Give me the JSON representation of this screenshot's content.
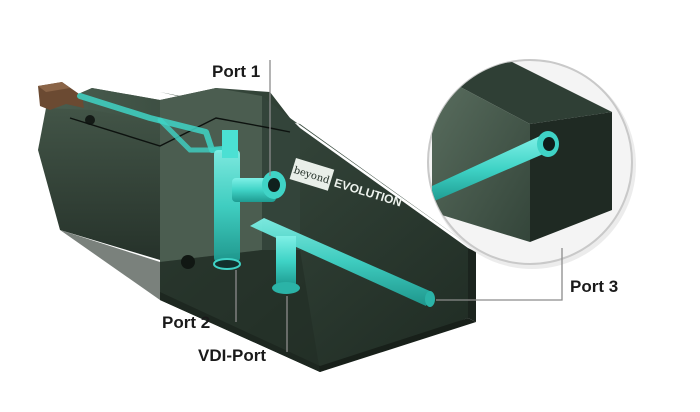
{
  "labels": {
    "port1": "Port 1",
    "port2": "Port 2",
    "port3": "Port 3",
    "vdi_port": "VDI-Port"
  },
  "brand": {
    "logo_word": "beyond",
    "product_word": "EVOLUTION"
  },
  "colors": {
    "channel": "#3fd3c6",
    "block_dark": "#2b3a30",
    "block_top": "#3d5145",
    "leader": "#8c8c8c",
    "insert": "#6b4a32"
  }
}
